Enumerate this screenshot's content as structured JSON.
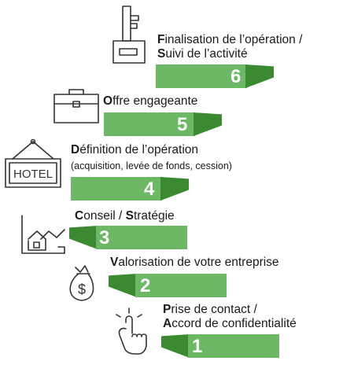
{
  "steps": [
    {
      "number": "6",
      "title_initials": [
        "F",
        "S"
      ],
      "title_lines": [
        "inalisation de l’opération /",
        "uivi de l’activité"
      ]
    },
    {
      "number": "5",
      "title_initials": [
        "O"
      ],
      "title_lines": [
        "ffre engageante"
      ]
    },
    {
      "number": "4",
      "title_initials": [
        "D"
      ],
      "title_lines": [
        "éfinition de l’opération"
      ],
      "subtitle": "(acquisition, levée de fonds, cession)"
    },
    {
      "number": "3",
      "title_initials": [
        "C",
        "S"
      ],
      "title_parts": [
        "onseil / ",
        "tratégie"
      ]
    },
    {
      "number": "2",
      "title_initials": [
        "V"
      ],
      "title_lines": [
        "alorisation de votre entreprise"
      ]
    },
    {
      "number": "1",
      "title_initials": [
        "P",
        "A"
      ],
      "title_lines": [
        "rise de contact /",
        "ccord de confidentialité"
      ]
    }
  ],
  "icons": {
    "step6": "key-icon",
    "step5": "briefcase-icon",
    "step4": "hotel-sign-icon",
    "step4_sign_text": "HOTEL",
    "step3": "house-chart-icon",
    "step2": "money-bag-icon",
    "step2_bag_symbol": "$",
    "step1": "pointing-hand-icon"
  },
  "colors": {
    "bar": "#6db864",
    "bar_tab": "#3b8a32",
    "number": "#ffffff",
    "text": "#1a1a1a"
  }
}
